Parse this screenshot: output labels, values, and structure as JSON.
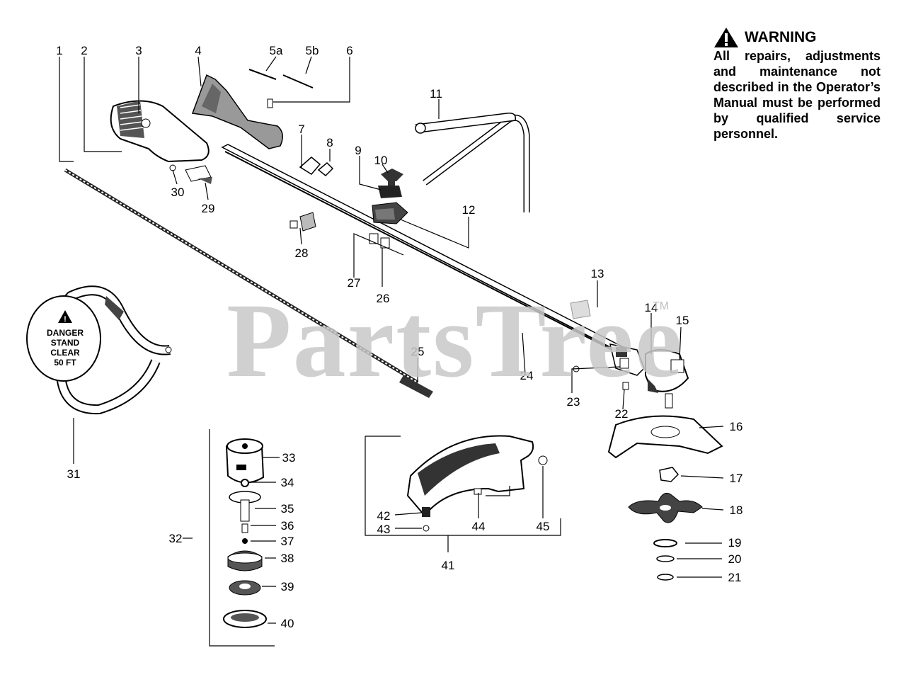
{
  "warning": {
    "title": "WARNING",
    "text": "All repairs, adjustments and maintenance not described in the Operator’s Manual must be performed by qualified service personnel."
  },
  "watermark": {
    "text": "PartsTree",
    "tm": "TM"
  },
  "strap_label": {
    "line1": "DANGER",
    "line2": "STAND",
    "line3": "CLEAR",
    "line4": "50 FT"
  },
  "part_labels": [
    "1",
    "2",
    "3",
    "4",
    "5a",
    "5b",
    "6",
    "7",
    "8",
    "9",
    "10",
    "11",
    "12",
    "13",
    "14",
    "15",
    "16",
    "17",
    "18",
    "19",
    "20",
    "21",
    "22",
    "23",
    "24",
    "25",
    "26",
    "27",
    "28",
    "29",
    "30",
    "31",
    "32",
    "33",
    "34",
    "35",
    "36",
    "37",
    "38",
    "39",
    "40",
    "41",
    "42",
    "43",
    "44",
    "45"
  ]
}
